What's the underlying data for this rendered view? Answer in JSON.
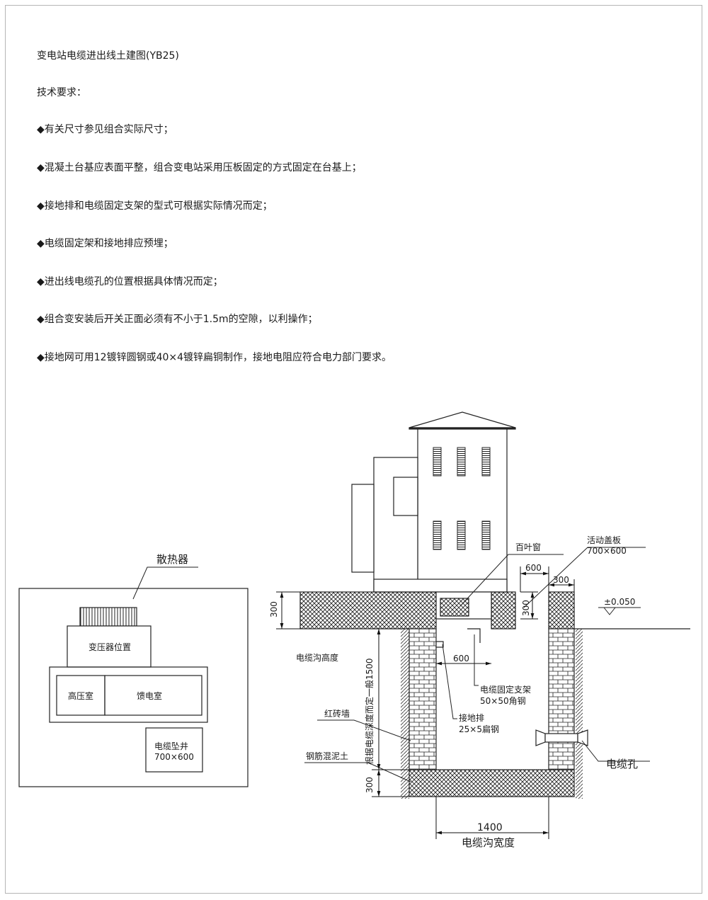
{
  "doc": {
    "title": "变电站电缆进出线土建图(YB25)",
    "tech_heading": "技术要求：",
    "requirements": [
      "◆有关尺寸参见组合实际尺寸；",
      "◆混凝土台基应表面平整，组合变电站采用压板固定的方式固定在台基上；",
      "◆接地排和电缆固定支架的型式可根据实际情况而定；",
      "◆电缆固定架和接地排应预埋；",
      "◆进出线电缆孔的位置根据具体情况而定；",
      "◆组合变安装后开关正面必须有不小于1.5m的空隙，以利操作；",
      "◆接地网可用12镀锌圆钢或40×4镀锌扁铜制作，接地电阻应符合电力部门要求。"
    ]
  },
  "plan": {
    "radiator": "散热器",
    "transformer_position": "变压器位置",
    "hv_room": "高压室",
    "feeder_room": "馈电室",
    "cable_pit": "电缆坠井",
    "cable_pit_size": "700×600"
  },
  "section": {
    "louver": "百叶窗",
    "movable_cover": "活动盖板",
    "movable_cover_size": "700×600",
    "dim_600_top": "600",
    "dim_300_top": "300",
    "dim_300_left": "300",
    "dim_300_cover": "300",
    "level": "±0.050",
    "trench_height": "电缆沟高度",
    "depth_note": "根据电缆深度而定一般1500",
    "dim_600_mid": "600",
    "bracket": "电缆固定支架",
    "bracket_spec": "50×50角钢",
    "ground_bar": "接地排",
    "ground_bar_spec": "25×5扁钢",
    "brick_wall": "红砖墙",
    "concrete": "钢筋混泥土",
    "cable_hole": "电缆孔",
    "dim_300_bottom": "300",
    "dim_1400": "1400",
    "trench_width": "电缆沟宽度"
  }
}
